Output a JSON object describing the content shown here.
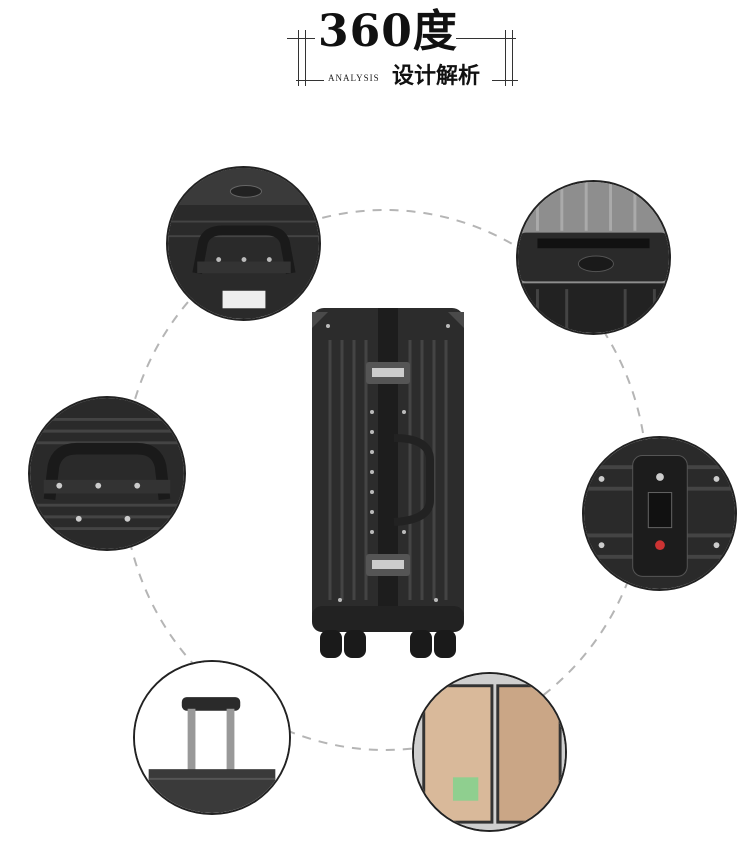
{
  "header": {
    "title": "360度",
    "subtitle_en": "ANALYSIS",
    "subtitle_cn": "设计解析"
  },
  "colors": {
    "accent": "#111111",
    "case_dark": "#2a2a2a",
    "case_mid": "#3a3a3a",
    "interior": "#d9b99a",
    "dash": "#b5b5b5"
  },
  "icons": {
    "main": "suitcase-main-icon",
    "detail_top_handle": "top-handle-detail-icon",
    "detail_top_latch": "top-latch-detail-icon",
    "detail_side_handle": "side-handle-detail-icon",
    "detail_lock": "tsa-lock-detail-icon",
    "detail_trolley": "trolley-handle-detail-icon",
    "detail_interior": "interior-detail-icon"
  }
}
